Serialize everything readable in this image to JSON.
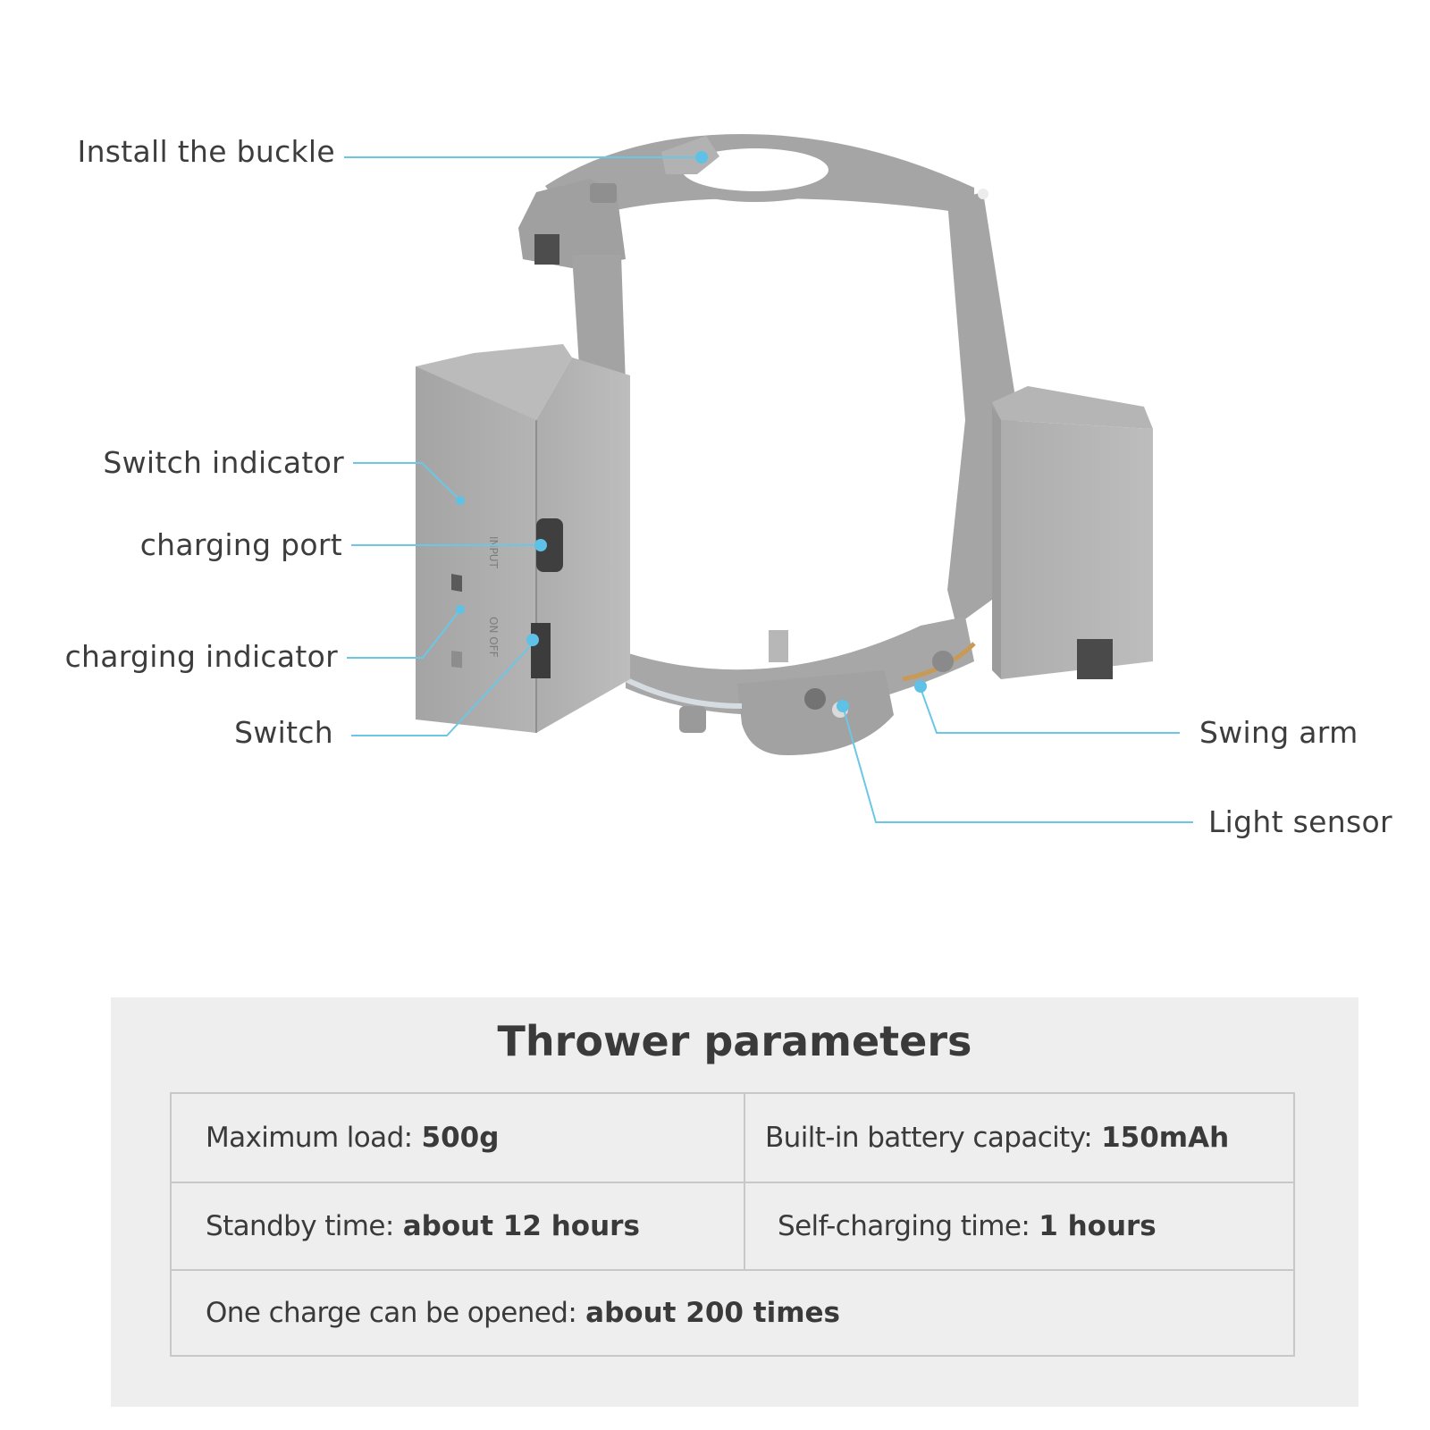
{
  "callouts": {
    "install_buckle": "Install the buckle",
    "switch_indicator": "Switch indicator",
    "charging_port": "charging port",
    "charging_indicator": "charging indicator",
    "switch": "Switch",
    "swing_arm": "Swing arm",
    "light_sensor": "Light sensor"
  },
  "device_marks": {
    "input": "INPUT",
    "on_off": "ON OFF"
  },
  "colors": {
    "leader_line": "#6cc7e6",
    "device_gray": "#a9a9a9",
    "panel_bg": "#eeeeee"
  },
  "params": {
    "title": "Thrower parameters",
    "rows": [
      [
        {
          "label": "Maximum load:",
          "value": "500g"
        },
        {
          "label": "Built-in battery capacity:",
          "value": "150mAh"
        }
      ],
      [
        {
          "label": "Standby time:",
          "value": "about 12 hours"
        },
        {
          "label": "Self-charging time:",
          "value": "1 hours"
        }
      ],
      [
        {
          "label": "One charge can be opened:",
          "value": "about 200 times"
        }
      ]
    ]
  }
}
